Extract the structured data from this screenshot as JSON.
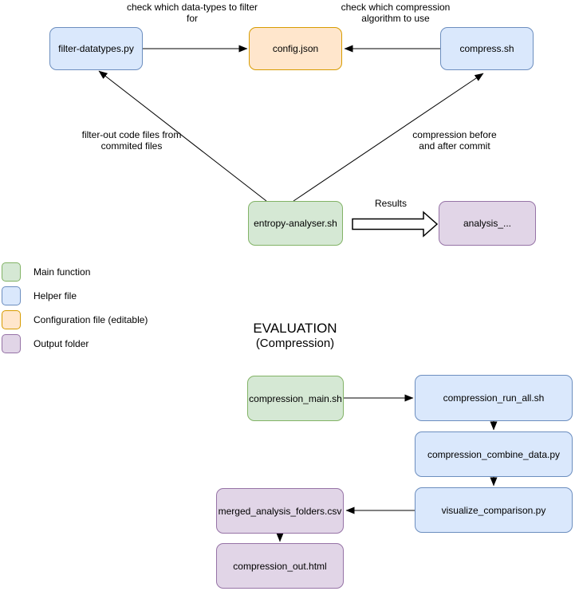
{
  "section_title": {
    "line1": "EVALUATION",
    "line2": "(Compression)"
  },
  "nodes": {
    "filter_datatypes": {
      "label": "filter-datatypes.py",
      "type": "helper"
    },
    "config_json": {
      "label": "config.json",
      "type": "config"
    },
    "compress_sh": {
      "label": "compress.sh",
      "type": "helper"
    },
    "entropy_analyser": {
      "label": "entropy-analyser.sh",
      "type": "main"
    },
    "analysis_output": {
      "label": "analysis_...",
      "type": "output"
    },
    "compression_main": {
      "label": "compression_main.sh",
      "type": "main"
    },
    "compression_run_all": {
      "label": "compression_run_all.sh",
      "type": "helper"
    },
    "compression_combine_data": {
      "label": "compression_combine_data.py",
      "type": "helper"
    },
    "visualize_comparison": {
      "label": "visualize_comparison.py",
      "type": "helper"
    },
    "merged_analysis_folders": {
      "label": "merged_analysis_folders.csv",
      "type": "output"
    },
    "compression_out": {
      "label": "compression_out.html",
      "type": "output"
    }
  },
  "edge_labels": {
    "datatypes_to_config": "check which data-types to filter\nfor",
    "compress_to_config": "check which compression\nalgorithm to use",
    "entropy_to_filter": "filter-out code files from\ncommited files",
    "entropy_to_compress": "compression before\nand after commit",
    "results": "Results"
  },
  "legend": {
    "items": [
      {
        "label": "Main function",
        "fill": "#d5e8d4",
        "border": "#82b366"
      },
      {
        "label": "Helper file",
        "fill": "#dae8fc",
        "border": "#6c8ebf"
      },
      {
        "label": "Configuration file (editable)",
        "fill": "#ffe6cc",
        "border": "#d79b00"
      },
      {
        "label": "Output folder",
        "fill": "#e1d5e7",
        "border": "#9673a6"
      }
    ]
  }
}
